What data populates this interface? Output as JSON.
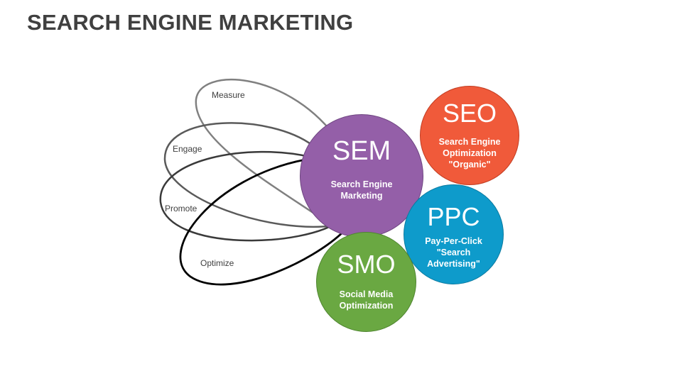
{
  "title": "SEARCH ENGINE MARKETING",
  "loops": [
    {
      "label": "Measure",
      "stroke": "#808080"
    },
    {
      "label": "Engage",
      "stroke": "#606060"
    },
    {
      "label": "Promote",
      "stroke": "#404040"
    },
    {
      "label": "Optimize",
      "stroke": "#000000"
    }
  ],
  "circles": {
    "sem": {
      "abbr": "SEM",
      "line1": "Search Engine",
      "line2": "Marketing",
      "line3": "",
      "color": "#945FA8"
    },
    "seo": {
      "abbr": "SEO",
      "line1": "Search Engine",
      "line2": "Optimization",
      "line3": "\"Organic\"",
      "color": "#F05A3A"
    },
    "ppc": {
      "abbr": "PPC",
      "line1": "Pay-Per-Click",
      "line2": "\"Search",
      "line3": "Advertising\"",
      "color": "#0E9BCB"
    },
    "smo": {
      "abbr": "SMO",
      "line1": "Social Media",
      "line2": "Optimization",
      "line3": "",
      "color": "#6AA842"
    }
  }
}
